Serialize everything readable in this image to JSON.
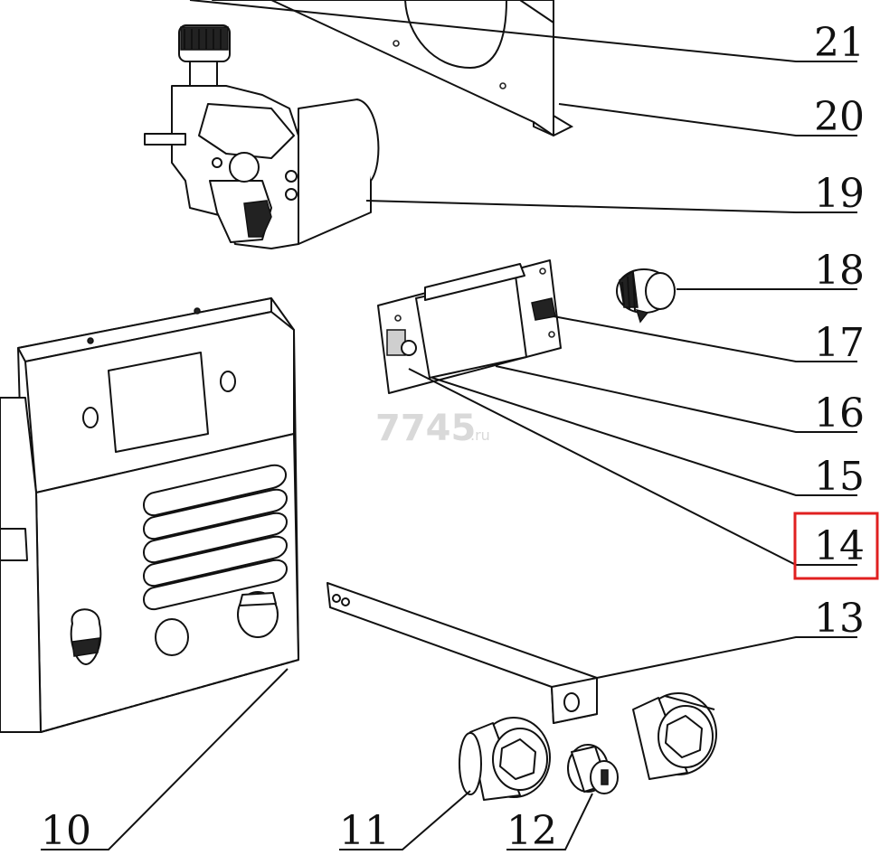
{
  "diagram": {
    "callouts": [
      {
        "id": "21",
        "label": "21"
      },
      {
        "id": "20",
        "label": "20"
      },
      {
        "id": "19",
        "label": "19"
      },
      {
        "id": "18",
        "label": "18"
      },
      {
        "id": "17",
        "label": "17"
      },
      {
        "id": "16",
        "label": "16"
      },
      {
        "id": "15",
        "label": "15"
      },
      {
        "id": "14",
        "label": "14",
        "highlighted": true
      },
      {
        "id": "13",
        "label": "13"
      },
      {
        "id": "12",
        "label": "12"
      },
      {
        "id": "11",
        "label": "11"
      },
      {
        "id": "10",
        "label": "10"
      }
    ],
    "watermark": {
      "main": "7745",
      "suffix": ".ru"
    },
    "highlight_color": "#e02020"
  }
}
